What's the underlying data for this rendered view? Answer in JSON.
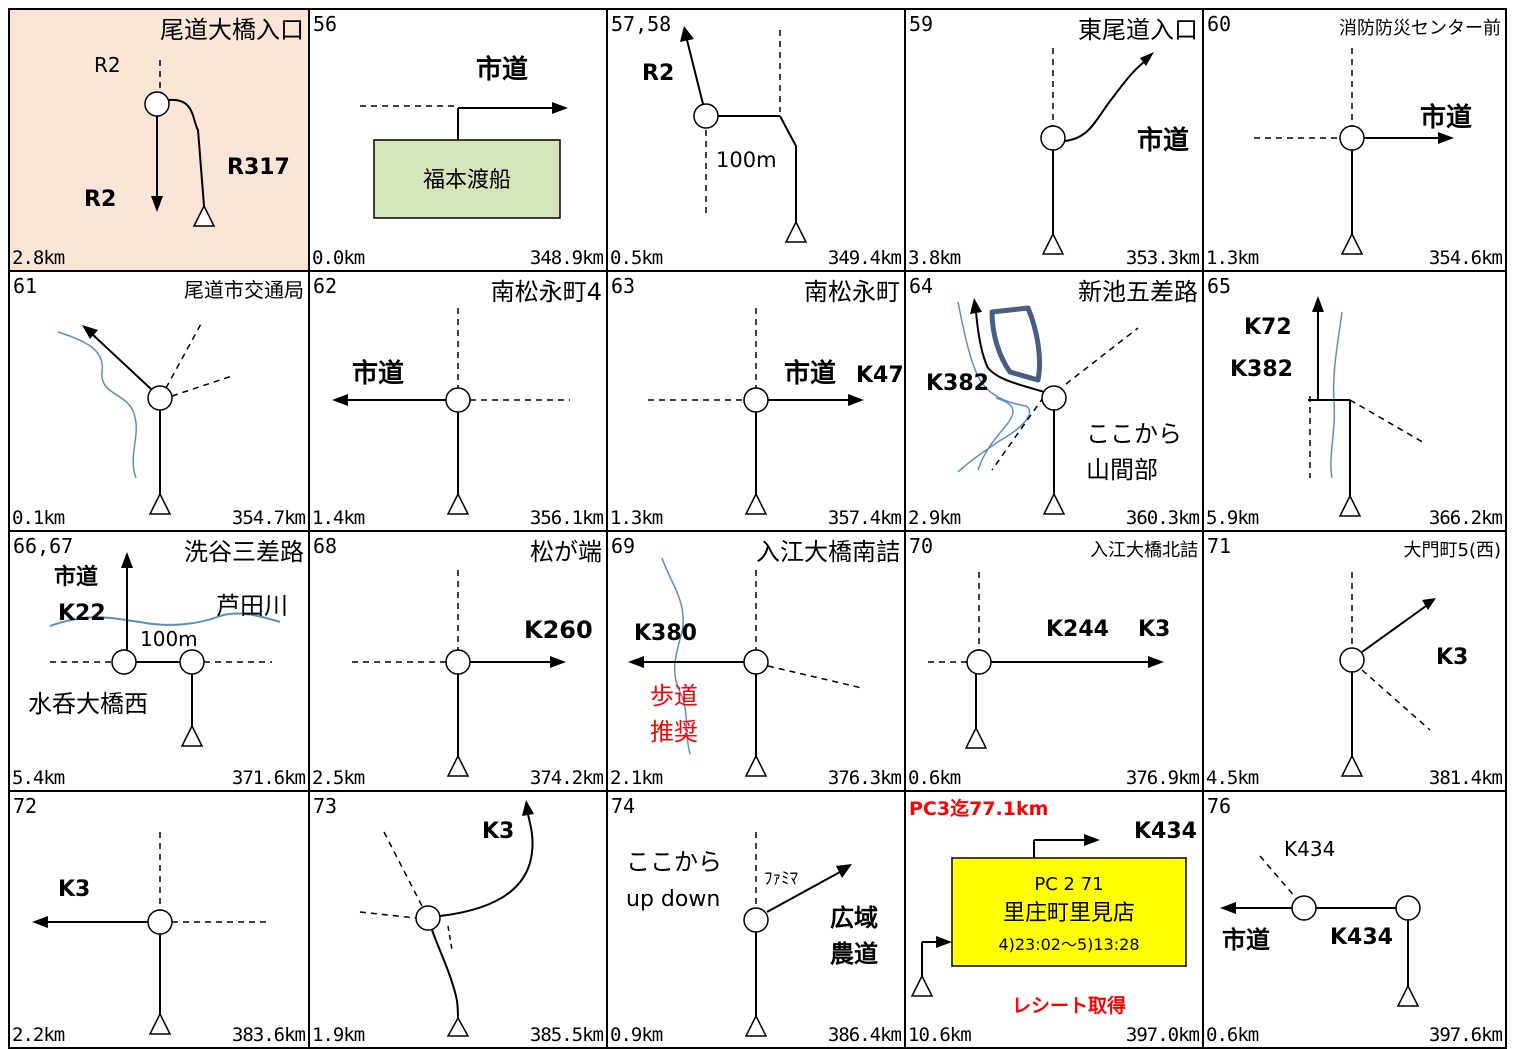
{
  "cells": [
    {
      "num": "",
      "title": "尾道大橋入口",
      "dist": "2.8km",
      "total": "",
      "labels": [
        "R2",
        "R317",
        "R2"
      ]
    },
    {
      "num": "56",
      "title": "",
      "dist": "0.0km",
      "total": "348.9km",
      "labels": [
        "市道",
        "福本渡船"
      ]
    },
    {
      "num": "57,58",
      "title": "",
      "dist": "0.5km",
      "total": "349.4km",
      "labels": [
        "R2",
        "100m"
      ]
    },
    {
      "num": "59",
      "title": "東尾道入口",
      "dist": "3.8km",
      "total": "353.3km",
      "labels": [
        "市道"
      ]
    },
    {
      "num": "60",
      "title": "消防防災センター前",
      "dist": "1.3km",
      "total": "354.6km",
      "labels": [
        "市道"
      ]
    },
    {
      "num": "61",
      "title": "尾道市交通局",
      "dist": "0.1km",
      "total": "354.7km",
      "labels": []
    },
    {
      "num": "62",
      "title": "南松永町4",
      "dist": "1.4km",
      "total": "356.1km",
      "labels": [
        "市道"
      ]
    },
    {
      "num": "63",
      "title": "南松永町",
      "dist": "1.3km",
      "total": "357.4km",
      "labels": [
        "市道",
        "K47"
      ]
    },
    {
      "num": "64",
      "title": "新池五差路",
      "dist": "2.9km",
      "total": "360.3km",
      "labels": [
        "K382",
        "ここから",
        "山間部"
      ]
    },
    {
      "num": "65",
      "title": "",
      "dist": "5.9km",
      "total": "366.2km",
      "labels": [
        "K72",
        "K382"
      ]
    },
    {
      "num": "66,67",
      "title": "洗谷三差路",
      "dist": "5.4km",
      "total": "371.6km",
      "labels": [
        "市道",
        "K22",
        "芦田川",
        "100m",
        "水呑大橋西"
      ]
    },
    {
      "num": "68",
      "title": "松が端",
      "dist": "2.5km",
      "total": "374.2km",
      "labels": [
        "K260"
      ]
    },
    {
      "num": "69",
      "title": "入江大橋南詰",
      "dist": "2.1km",
      "total": "376.3km",
      "labels": [
        "K380",
        "歩道",
        "推奨"
      ]
    },
    {
      "num": "70",
      "title": "入江大橋北詰",
      "dist": "0.6km",
      "total": "376.9km",
      "labels": [
        "K244",
        "K3"
      ]
    },
    {
      "num": "71",
      "title": "大門町5(西)",
      "dist": "4.5km",
      "total": "381.4km",
      "labels": [
        "K3"
      ]
    },
    {
      "num": "72",
      "title": "",
      "dist": "2.2km",
      "total": "383.6km",
      "labels": [
        "K3"
      ]
    },
    {
      "num": "73",
      "title": "",
      "dist": "1.9km",
      "total": "385.5km",
      "labels": [
        "K3"
      ]
    },
    {
      "num": "74",
      "title": "",
      "dist": "0.9km",
      "total": "386.4km",
      "labels": [
        "ここから",
        "up down",
        "ﾌｧﾐﾏ",
        "広域",
        "農道"
      ]
    },
    {
      "num": "PC3迄77.1km",
      "title": "",
      "dist": "10.6km",
      "total": "397.0km",
      "labels": [
        "K434",
        "PC 2 71",
        "里庄町里見店",
        "4)23:02〜5)13:28",
        "レシート取得"
      ]
    },
    {
      "num": "76",
      "title": "",
      "dist": "0.6km",
      "total": "397.6km",
      "labels": [
        "K434",
        "市道",
        "K434"
      ]
    }
  ],
  "colors": {
    "highlight_bg": "#fbe5d6",
    "river": "#5b8ec9",
    "pc_red": "#ff0000",
    "box_green": "#d6e4bc",
    "box_yellow": "#ffff00"
  }
}
